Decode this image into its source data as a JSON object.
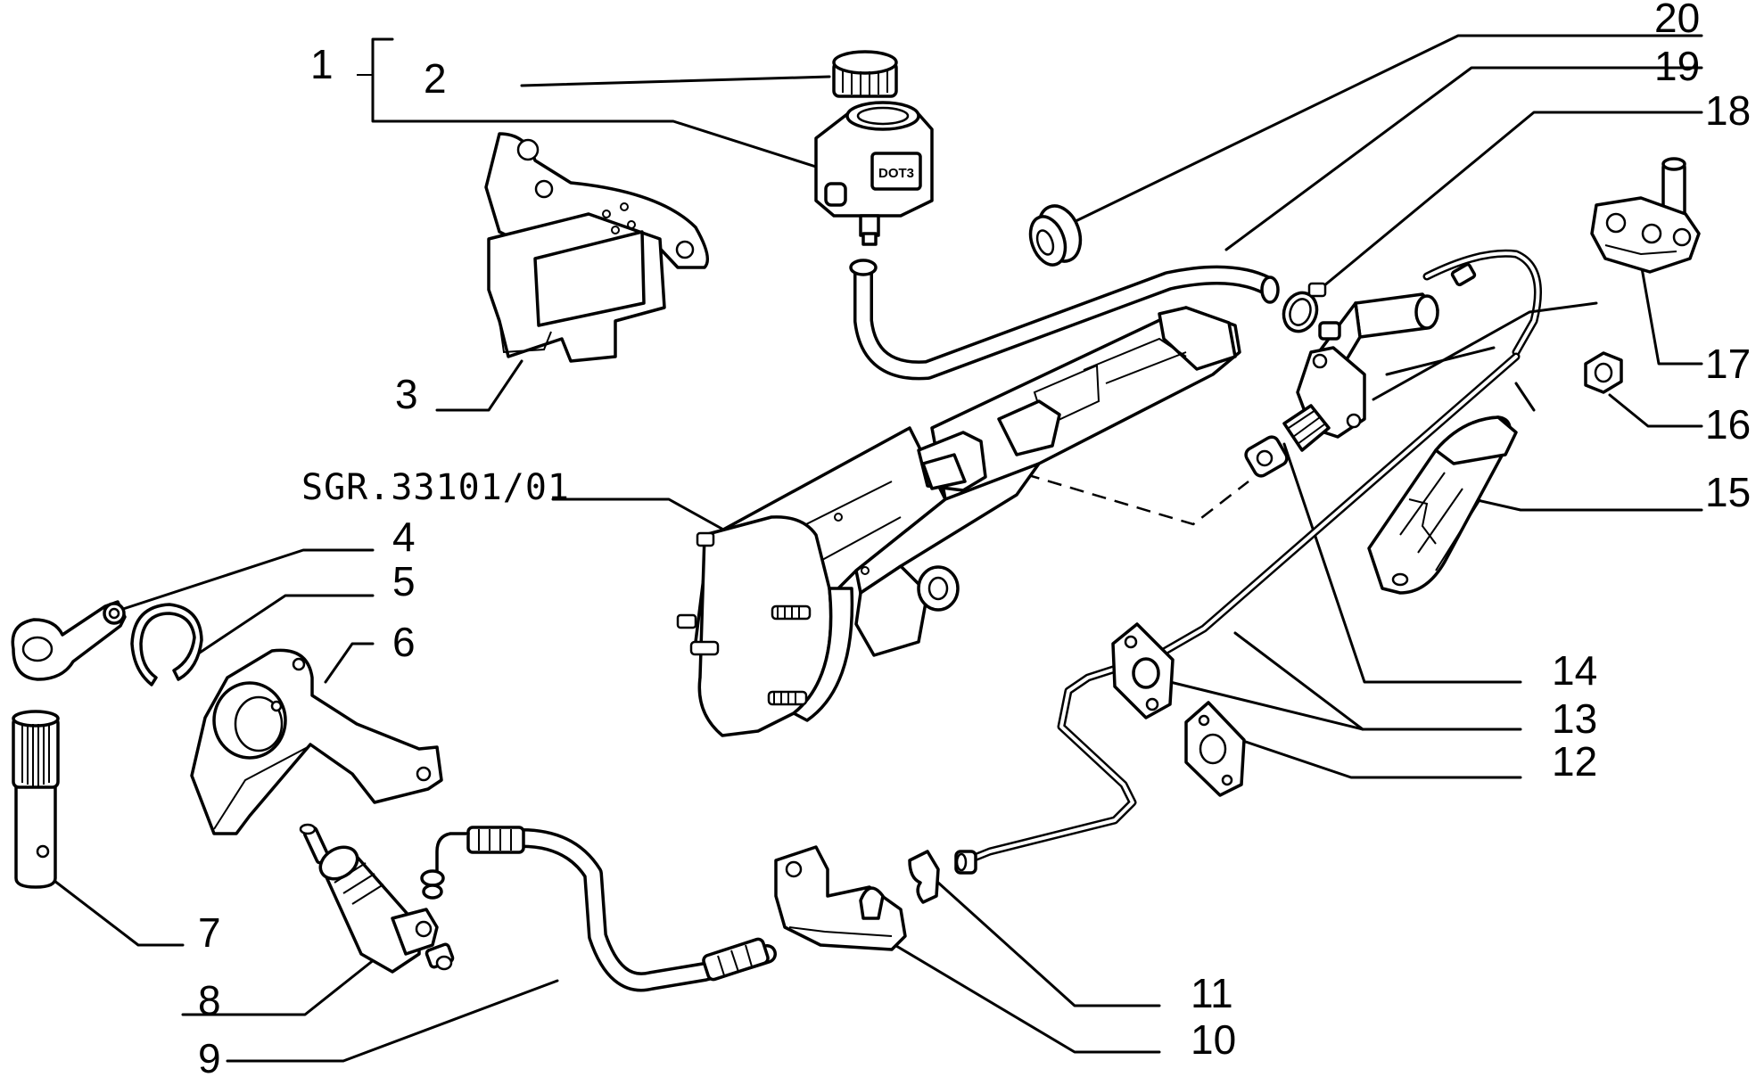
{
  "reference": "SGR.33101/01",
  "reservoir_marking": "DOT3",
  "callouts": [
    {
      "id": "1",
      "text": "1"
    },
    {
      "id": "2",
      "text": "2"
    },
    {
      "id": "3",
      "text": "3"
    },
    {
      "id": "4",
      "text": "4"
    },
    {
      "id": "5",
      "text": "5"
    },
    {
      "id": "6",
      "text": "6"
    },
    {
      "id": "7",
      "text": "7"
    },
    {
      "id": "8",
      "text": "8"
    },
    {
      "id": "9",
      "text": "9"
    },
    {
      "id": "10",
      "text": "10"
    },
    {
      "id": "11",
      "text": "11"
    },
    {
      "id": "12",
      "text": "12"
    },
    {
      "id": "13",
      "text": "13"
    },
    {
      "id": "14",
      "text": "14"
    },
    {
      "id": "15",
      "text": "15"
    },
    {
      "id": "16",
      "text": "16"
    },
    {
      "id": "17",
      "text": "17"
    },
    {
      "id": "18",
      "text": "18"
    },
    {
      "id": "19",
      "text": "19"
    },
    {
      "id": "20",
      "text": "20"
    }
  ]
}
